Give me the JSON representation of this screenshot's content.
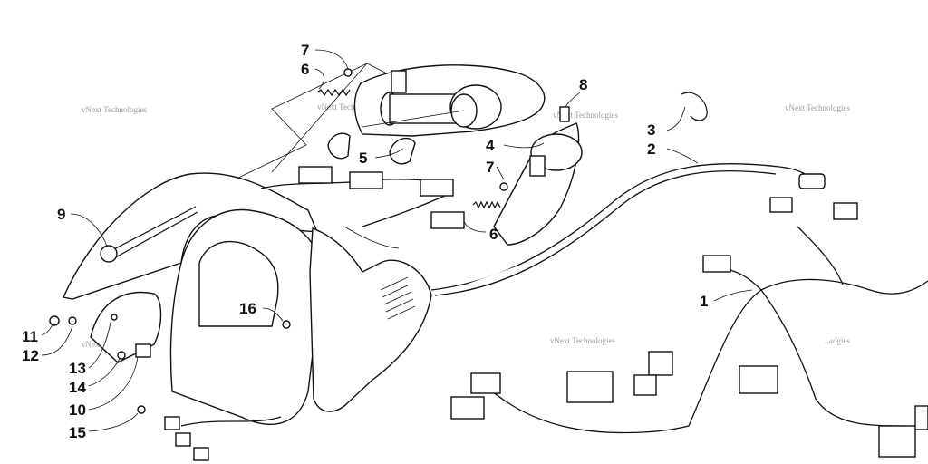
{
  "diagram": {
    "callouts": [
      {
        "id": "c7a",
        "text": "7"
      },
      {
        "id": "c6a",
        "text": "6"
      },
      {
        "id": "c8",
        "text": "8"
      },
      {
        "id": "c3",
        "text": "3"
      },
      {
        "id": "c2",
        "text": "2"
      },
      {
        "id": "c4",
        "text": "4"
      },
      {
        "id": "c5",
        "text": "5"
      },
      {
        "id": "c7b",
        "text": "7"
      },
      {
        "id": "c6b",
        "text": "6"
      },
      {
        "id": "c9",
        "text": "9"
      },
      {
        "id": "c1",
        "text": "1"
      },
      {
        "id": "c16",
        "text": "16"
      },
      {
        "id": "c11",
        "text": "11"
      },
      {
        "id": "c12",
        "text": "12"
      },
      {
        "id": "c13",
        "text": "13"
      },
      {
        "id": "c14",
        "text": "14"
      },
      {
        "id": "c10",
        "text": "10"
      },
      {
        "id": "c15",
        "text": "15"
      }
    ],
    "watermark": "vNext Technologies"
  }
}
